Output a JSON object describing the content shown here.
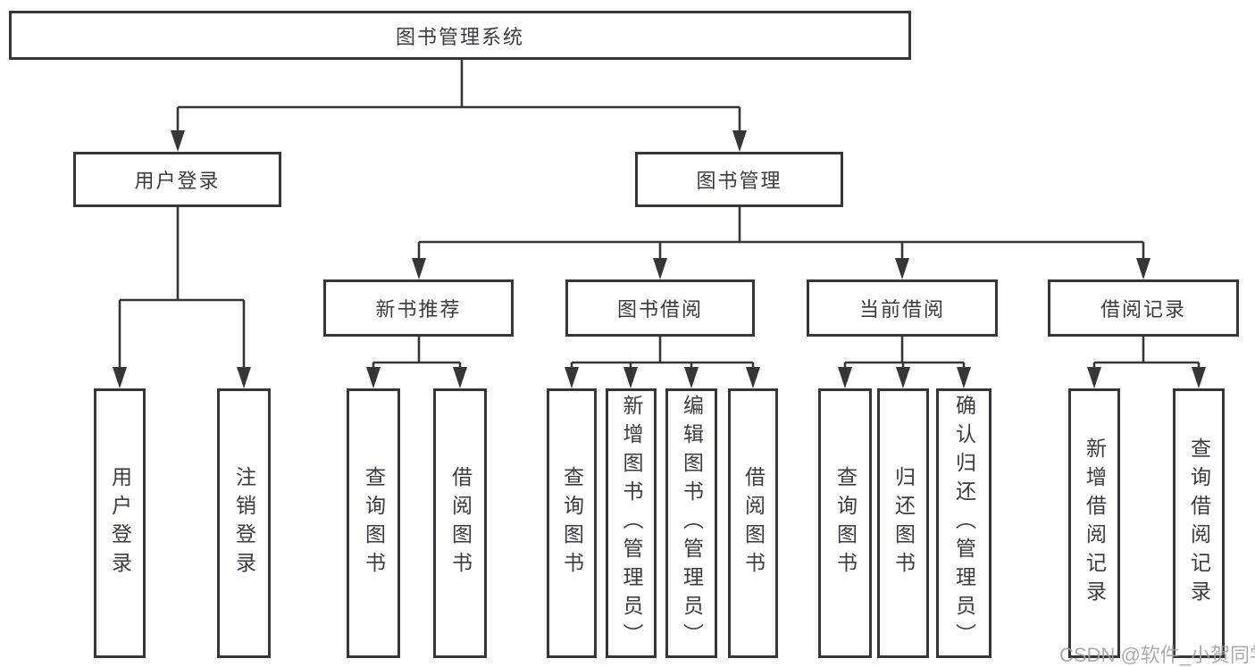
{
  "diagram_type": "function-structure-tree",
  "tree": {
    "root": {
      "label": "图书管理系统",
      "children": [
        {
          "label": "用户登录",
          "children": [
            {
              "label": "用户登录"
            },
            {
              "label": "注销登录"
            }
          ]
        },
        {
          "label": "图书管理",
          "children": [
            {
              "label": "新书推荐",
              "children": [
                {
                  "label": "查询图书"
                },
                {
                  "label": "借阅图书"
                }
              ]
            },
            {
              "label": "图书借阅",
              "children": [
                {
                  "label": "查询图书"
                },
                {
                  "label": "新增图书（管理员）"
                },
                {
                  "label": "编辑图书（管理员）"
                },
                {
                  "label": "借阅图书"
                }
              ]
            },
            {
              "label": "当前借阅",
              "children": [
                {
                  "label": "查询图书"
                },
                {
                  "label": "归还图书"
                },
                {
                  "label": "确认归还（管理员）"
                }
              ]
            },
            {
              "label": "借阅记录",
              "children": [
                {
                  "label": "新增借阅记录"
                },
                {
                  "label": "查询借阅记录"
                }
              ]
            }
          ]
        }
      ]
    }
  },
  "watermark": {
    "text": "CSDN @软件_小贺同学"
  },
  "colors": {
    "line": "#363636",
    "box_border": "#363636",
    "text": "#3b3b42",
    "watermark": "#9e9ea4",
    "background": "#ffffff"
  }
}
